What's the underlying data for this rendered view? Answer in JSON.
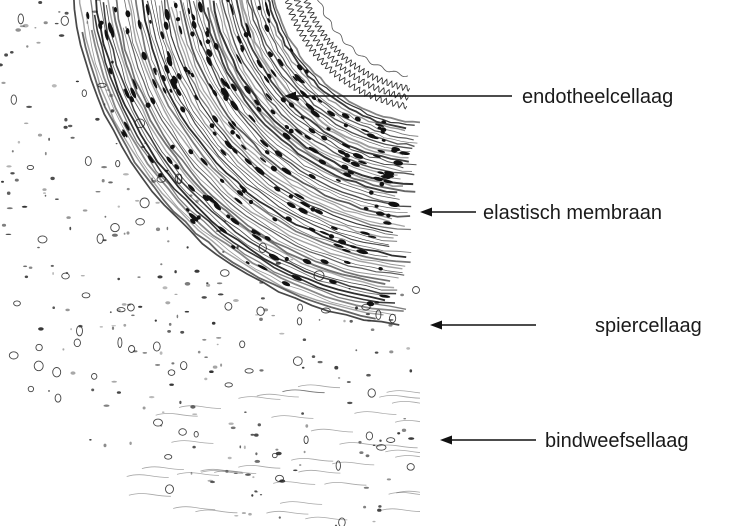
{
  "labels": {
    "endothelial": "endotheelcellaag",
    "elastic": "elastisch membraan",
    "muscle": "spiercellaag",
    "connective": "bindweefsellaag"
  }
}
